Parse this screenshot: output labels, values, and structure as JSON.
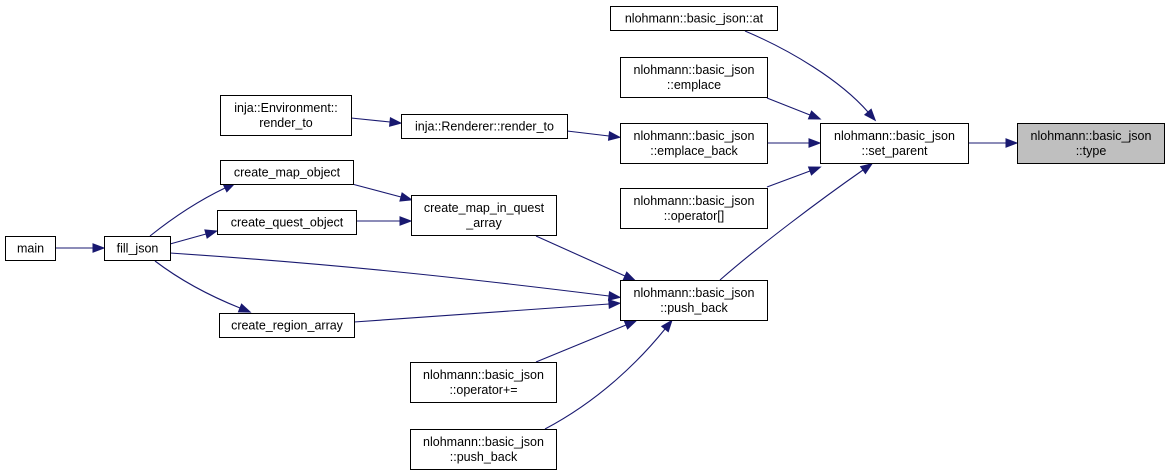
{
  "graph": {
    "title": "",
    "nodes": {
      "type": {
        "lines": [
          "nlohmann::basic_json",
          "::type"
        ],
        "highlight": true
      },
      "set_parent": {
        "lines": [
          "nlohmann::basic_json",
          "::set_parent"
        ]
      },
      "at": {
        "lines": [
          "nlohmann::basic_json::at"
        ]
      },
      "emplace": {
        "lines": [
          "nlohmann::basic_json",
          "::emplace"
        ]
      },
      "emplace_back": {
        "lines": [
          "nlohmann::basic_json",
          "::emplace_back"
        ]
      },
      "operator_index": {
        "lines": [
          "nlohmann::basic_json",
          "::operator[]"
        ]
      },
      "push_back": {
        "lines": [
          "nlohmann::basic_json",
          "::push_back"
        ]
      },
      "renderer_render_to": {
        "lines": [
          "inja::Renderer::render_to"
        ]
      },
      "env_render_to": {
        "lines": [
          "inja::Environment::",
          "render_to"
        ]
      },
      "create_map_in_quest_array": {
        "lines": [
          "create_map_in_quest",
          "_array"
        ]
      },
      "create_map_object": {
        "lines": [
          "create_map_object"
        ]
      },
      "create_quest_object": {
        "lines": [
          "create_quest_object"
        ]
      },
      "create_region_array": {
        "lines": [
          "create_region_array"
        ]
      },
      "fill_json": {
        "lines": [
          "fill_json"
        ]
      },
      "main": {
        "lines": [
          "main"
        ]
      },
      "operator_plus_eq": {
        "lines": [
          "nlohmann::basic_json",
          "::operator+="
        ]
      },
      "push_back_2": {
        "lines": [
          "nlohmann::basic_json",
          "::push_back"
        ]
      }
    },
    "edges": [
      {
        "from": "set_parent",
        "to": "type"
      },
      {
        "from": "at",
        "to": "set_parent"
      },
      {
        "from": "emplace",
        "to": "set_parent"
      },
      {
        "from": "emplace_back",
        "to": "set_parent"
      },
      {
        "from": "operator_index",
        "to": "set_parent"
      },
      {
        "from": "push_back",
        "to": "set_parent"
      },
      {
        "from": "renderer_render_to",
        "to": "emplace_back"
      },
      {
        "from": "env_render_to",
        "to": "renderer_render_to"
      },
      {
        "from": "create_map_in_quest_array",
        "to": "push_back"
      },
      {
        "from": "create_map_object",
        "to": "create_map_in_quest_array"
      },
      {
        "from": "create_quest_object",
        "to": "create_map_in_quest_array"
      },
      {
        "from": "fill_json",
        "to": "create_map_object"
      },
      {
        "from": "fill_json",
        "to": "create_quest_object"
      },
      {
        "from": "fill_json",
        "to": "create_region_array"
      },
      {
        "from": "fill_json",
        "to": "push_back"
      },
      {
        "from": "main",
        "to": "fill_json"
      },
      {
        "from": "create_region_array",
        "to": "push_back"
      },
      {
        "from": "operator_plus_eq",
        "to": "push_back"
      },
      {
        "from": "push_back_2",
        "to": "push_back"
      }
    ],
    "colors": {
      "edge": "#191970",
      "highlight_fill": "#bfbfbf",
      "node_fill": "#ffffff"
    }
  }
}
